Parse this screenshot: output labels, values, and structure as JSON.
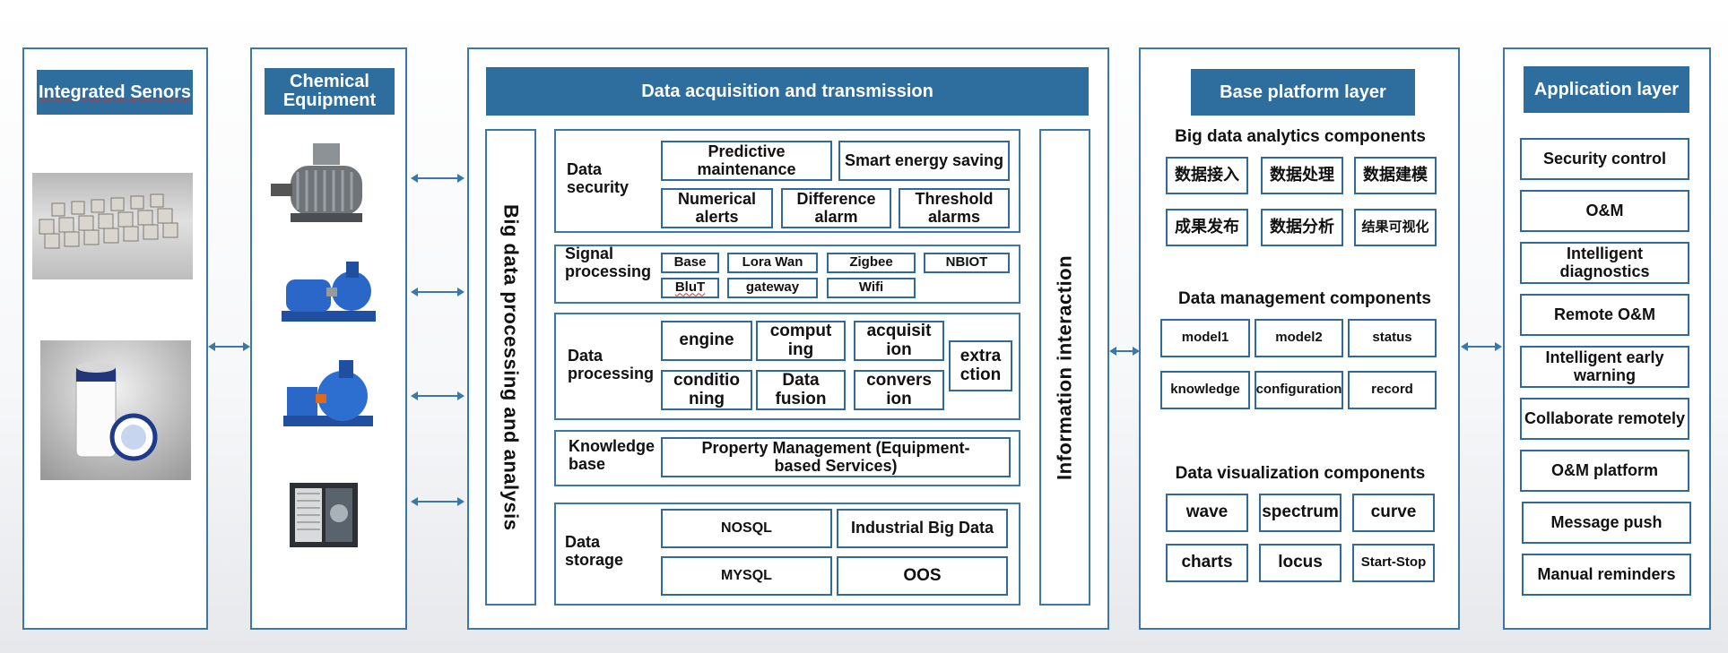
{
  "sensors": {
    "title": "Integrated Senors"
  },
  "equipment": {
    "title": "Chemical Equipment"
  },
  "acquisition": {
    "title": "Data acquisition and transmission",
    "left_vertical": "Big data processing and analysis",
    "right_vertical": "Information interaction",
    "data_security": {
      "label": "Data security",
      "items": [
        "Predictive maintenance",
        "Smart energy saving",
        "Numerical alerts",
        "Difference alarm",
        "Threshold alarms"
      ]
    },
    "signal_processing": {
      "label": "Signal processing",
      "items": [
        "Base",
        "Lora Wan",
        "Zigbee",
        "NBIOT",
        "BluT",
        "gateway",
        "Wifi"
      ]
    },
    "data_processing": {
      "label": "Data processing",
      "items": [
        "engine",
        "comput ing",
        "acquisit ion",
        "extra ction",
        "conditio ning",
        "Data fusion",
        "convers ion"
      ]
    },
    "knowledge_base": {
      "label": "Knowledge base",
      "items": [
        "Property Management (Equipment-based Services)"
      ]
    },
    "data_storage": {
      "label": "Data storage",
      "items": [
        "NOSQL",
        "Industrial Big Data",
        "MYSQL",
        "OOS"
      ]
    }
  },
  "base_platform": {
    "title": "Base platform layer",
    "analytics": {
      "title": "Big data analytics components",
      "items": [
        "数据接入",
        "数据处理",
        "数据建模",
        "成果发布",
        "数据分析",
        "结果可视化"
      ]
    },
    "management": {
      "title": "Data management components",
      "items": [
        "model1",
        "model2",
        "status",
        "knowledge",
        "configuration",
        "record"
      ]
    },
    "visualization": {
      "title": "Data visualization components",
      "items": [
        "wave",
        "spectrum",
        "curve",
        "charts",
        "locus",
        "Start-Stop"
      ]
    }
  },
  "application": {
    "title": "Application layer",
    "items": [
      "Security control",
      "O&M",
      "Intelligent diagnostics",
      "Remote O&M",
      "Intelligent early warning",
      "Collaborate remotely",
      "O&M platform",
      "Message push",
      "Manual reminders"
    ]
  },
  "colors": {
    "border": "#3a78a8",
    "header": "#2e6e9e",
    "arrow": "#3a78a8"
  }
}
